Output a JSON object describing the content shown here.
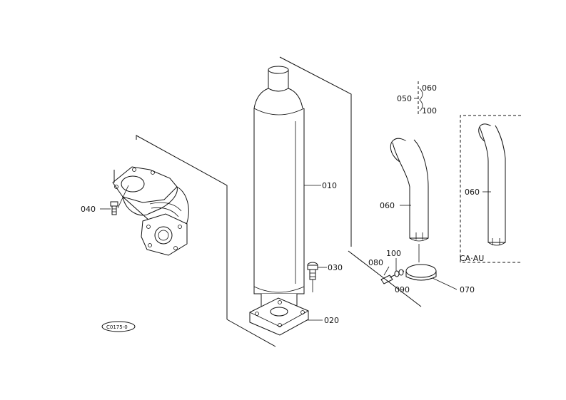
{
  "parts": {
    "p010": "010",
    "p020": "020",
    "p030": "030",
    "p040": "040",
    "p050": "050",
    "p060_range": "060",
    "p100_range": "100",
    "p060_pipe": "060",
    "p060_alt": "060",
    "p070": "070",
    "p080": "080",
    "p090": "090",
    "p100": "100"
  },
  "variant_label": "CA·AU",
  "drawing_code": "C0175-0"
}
